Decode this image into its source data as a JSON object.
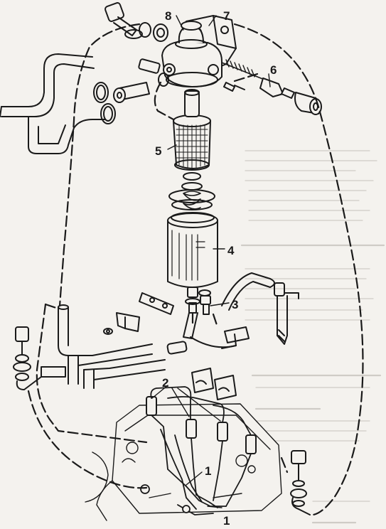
{
  "callouts": {
    "c1a": "1",
    "c1b": "1",
    "c2": "2",
    "c3": "3",
    "c4": "4",
    "c5": "5",
    "c6": "6",
    "c7": "7",
    "c8": "8"
  },
  "colors": {
    "ink": "#1a1a1a",
    "paper": "#f4f2ee",
    "show_through": "#b9b6b0"
  }
}
